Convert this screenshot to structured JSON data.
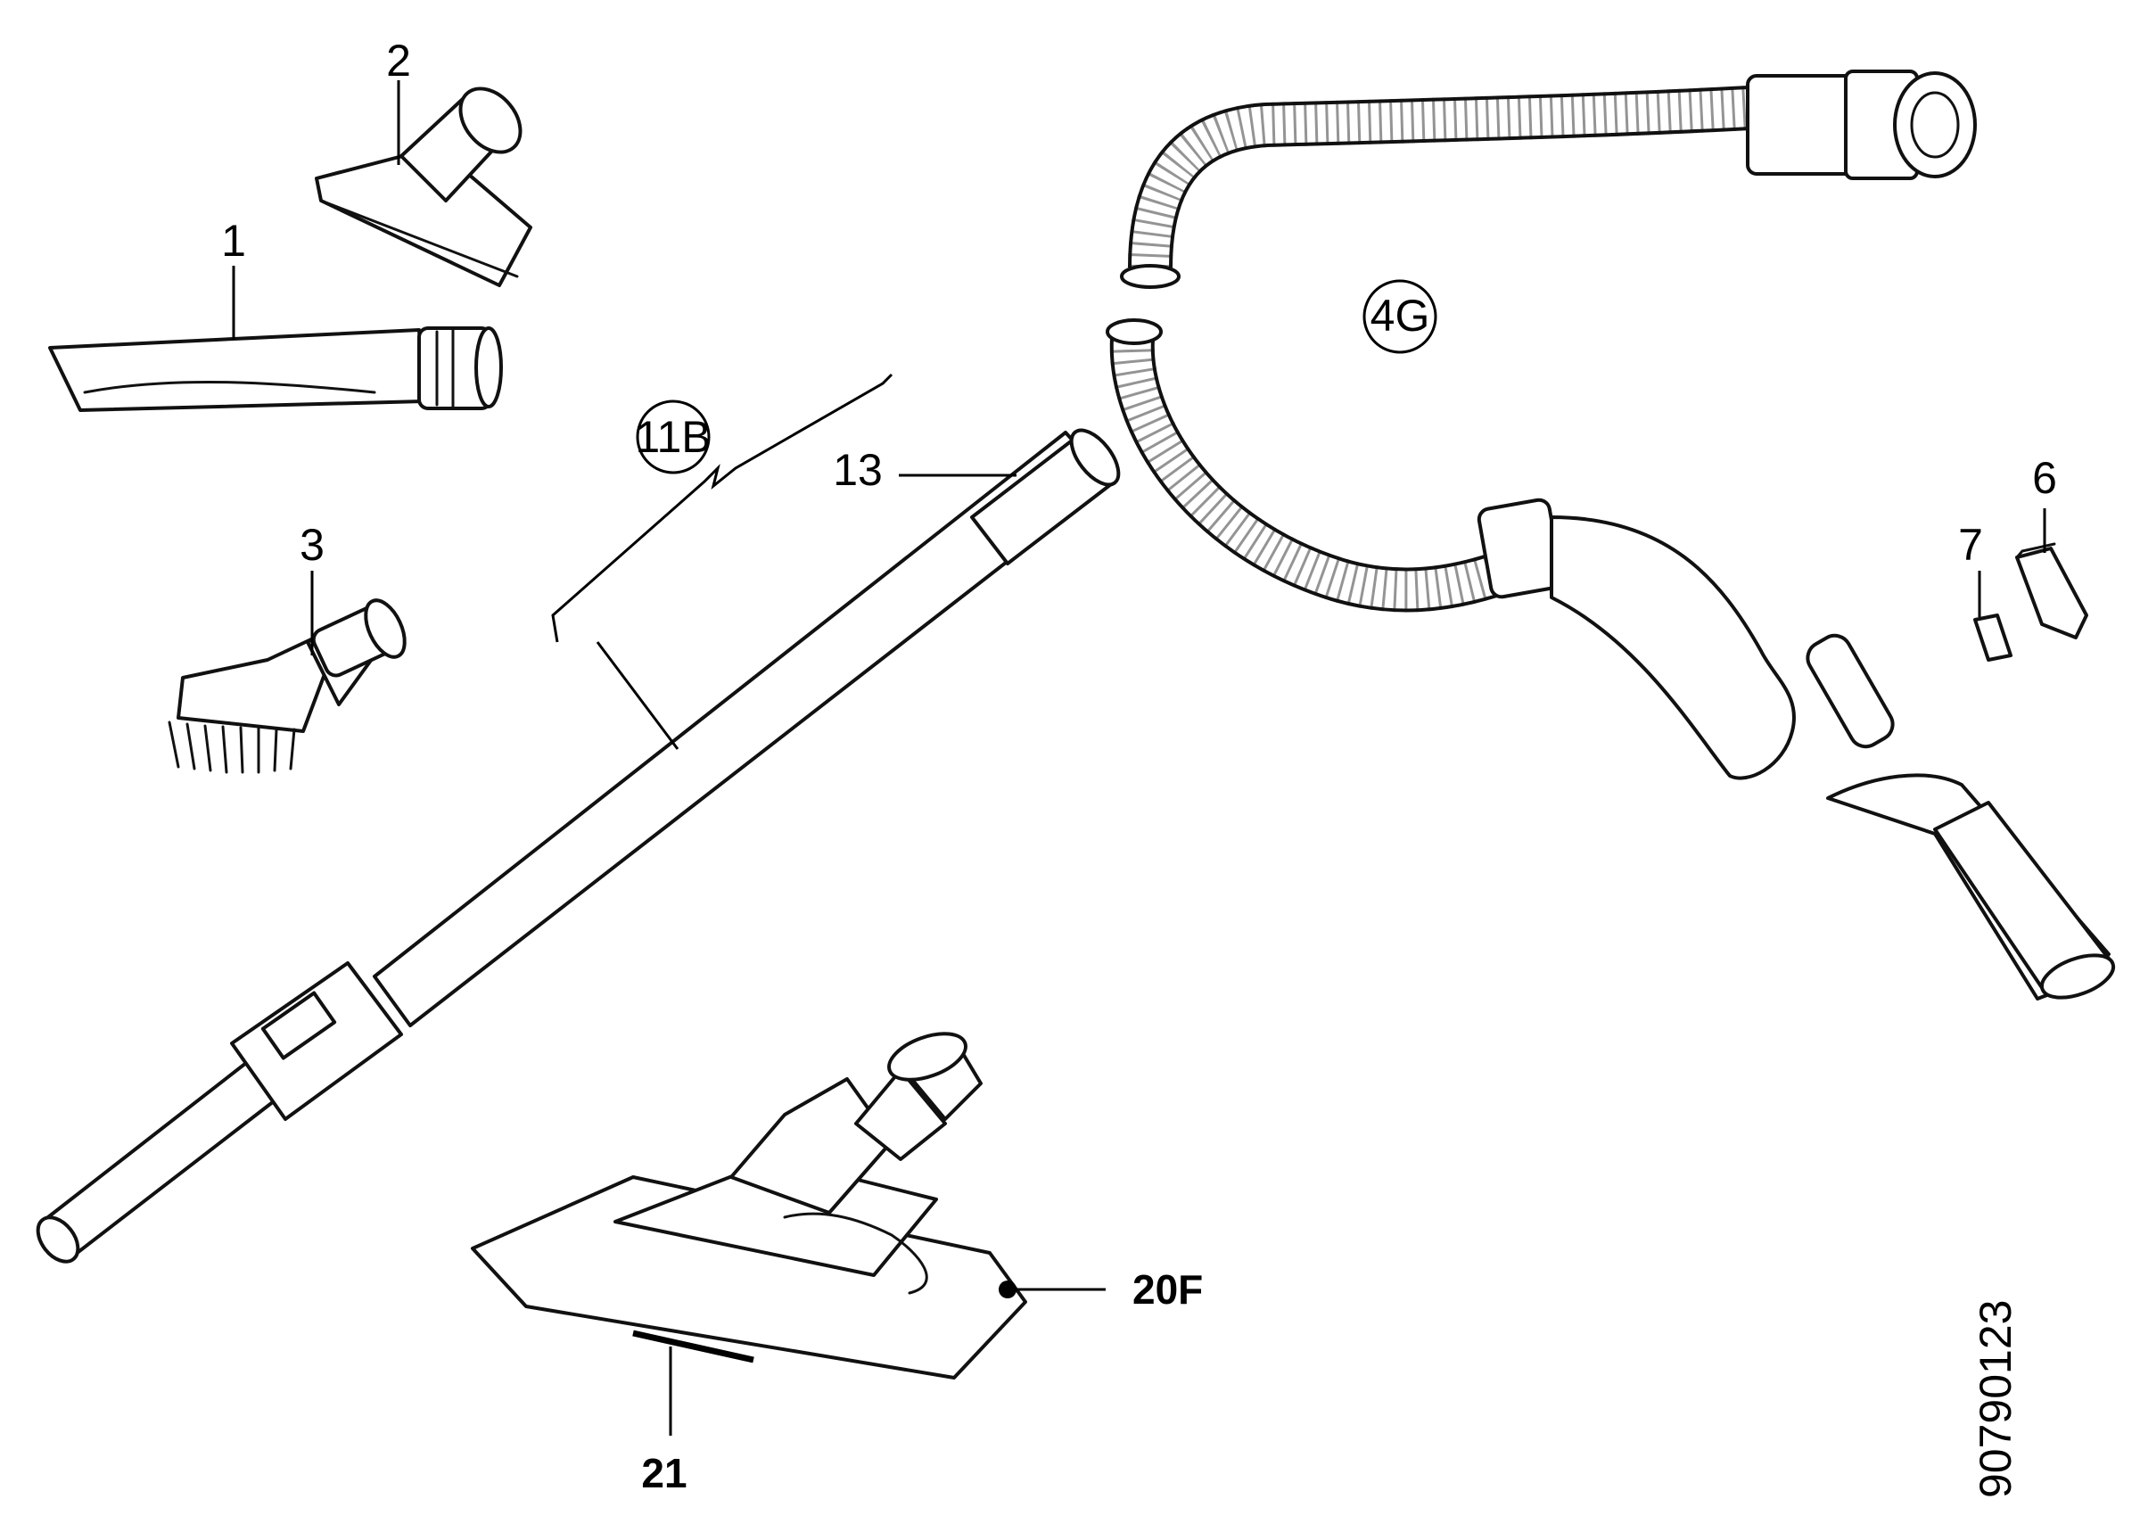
{
  "diagram": {
    "labels": {
      "crevice_tool": "1",
      "upholstery_nozzle": "2",
      "dusting_brush": "3",
      "hose": "4G",
      "slider_large": "6",
      "slider_small": "7",
      "tube_set": "11B",
      "tube_upper": "13",
      "floor_nozzle": "20F",
      "nozzle_strip": "21"
    },
    "reference_number": "90790123"
  }
}
